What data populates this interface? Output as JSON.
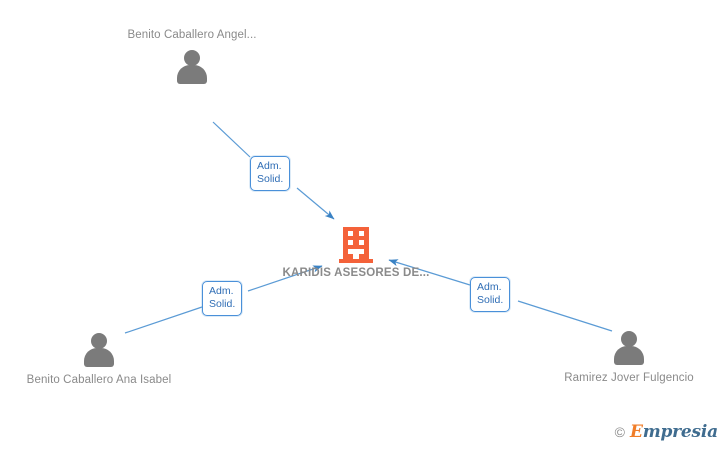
{
  "diagram": {
    "title": "KARIDIS ASESORES DE... relationship graph",
    "background_color": "#ffffff",
    "company": {
      "name": "KARIDIS\nASESORES\nDE...",
      "icon": "building-icon",
      "icon_color": "#f4623a",
      "label_color": "#8a8a8a"
    },
    "people": [
      {
        "id": "person-top",
        "name": "Benito\nCaballero\nAngel...",
        "icon": "person-icon",
        "icon_color": "#7b7b7b"
      },
      {
        "id": "person-bottom-left",
        "name": "Benito\nCaballero\nAna Isabel",
        "icon": "person-icon",
        "icon_color": "#7b7b7b"
      },
      {
        "id": "person-bottom-right",
        "name": "Ramirez\nJover\nFulgencio",
        "icon": "person-icon",
        "icon_color": "#7b7b7b"
      }
    ],
    "edges": [
      {
        "id": "edge-top",
        "from": "person-top",
        "to": "company",
        "label": "Adm.\nSolid.",
        "color": "#4a90d9"
      },
      {
        "id": "edge-bottom-left",
        "from": "person-bottom-left",
        "to": "company",
        "label": "Adm.\nSolid.",
        "color": "#4a90d9"
      },
      {
        "id": "edge-bottom-right",
        "from": "person-bottom-right",
        "to": "company",
        "label": "Adm.\nSolid.",
        "color": "#4a90d9"
      }
    ]
  },
  "watermark": {
    "copyright": "©",
    "brand_first": "E",
    "brand_rest": "mpresia",
    "brand_first_color": "#f07d28",
    "brand_rest_color": "#3f6c8f"
  }
}
